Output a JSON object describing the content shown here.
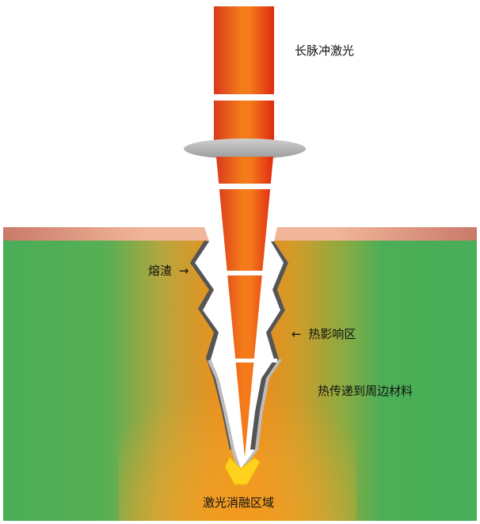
{
  "labels": {
    "laser": "长脉冲激光",
    "slag": "熔渣",
    "haz": "热影响区",
    "conduction": "热传递到周边材料",
    "ablation": "激光消融区域"
  },
  "arrows": {
    "slag": "→",
    "haz": "←"
  },
  "colors": {
    "substrate_green": "#48ae57",
    "heat_orange": "#f08c1a",
    "surface_layer": "#e9a07e",
    "beam_core": "#f4701c",
    "beam_edge": "#d42a14",
    "lens_gray": "#b5b5b5",
    "slag_gray": "#555555",
    "ablation_yellow": "#ffd21e"
  }
}
